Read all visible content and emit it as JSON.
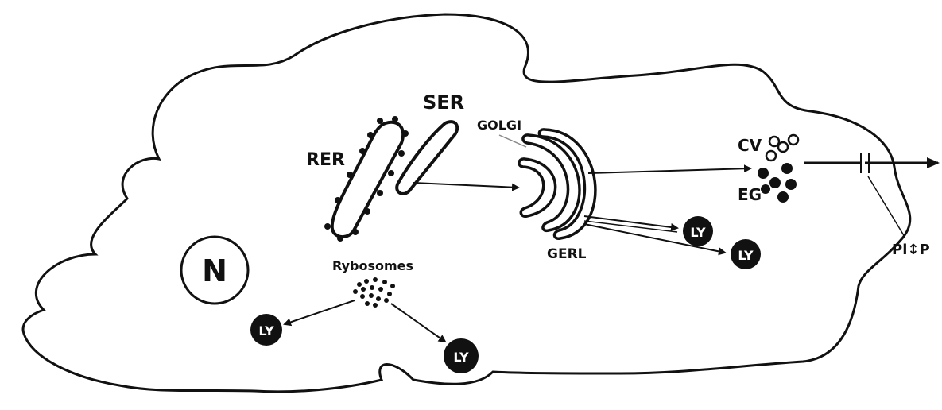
{
  "labels": {
    "ser": "SER",
    "rer": "RER",
    "golgi": "GOLGI",
    "cv": "CV",
    "eg": "EG",
    "n": "N",
    "ribosomes": "Rybosomes",
    "geril": "GERL",
    "pip": "Pi↕P"
  },
  "lysosome_label": "LY",
  "colors": {
    "ink": "#111111",
    "paper": "#ffffff"
  }
}
